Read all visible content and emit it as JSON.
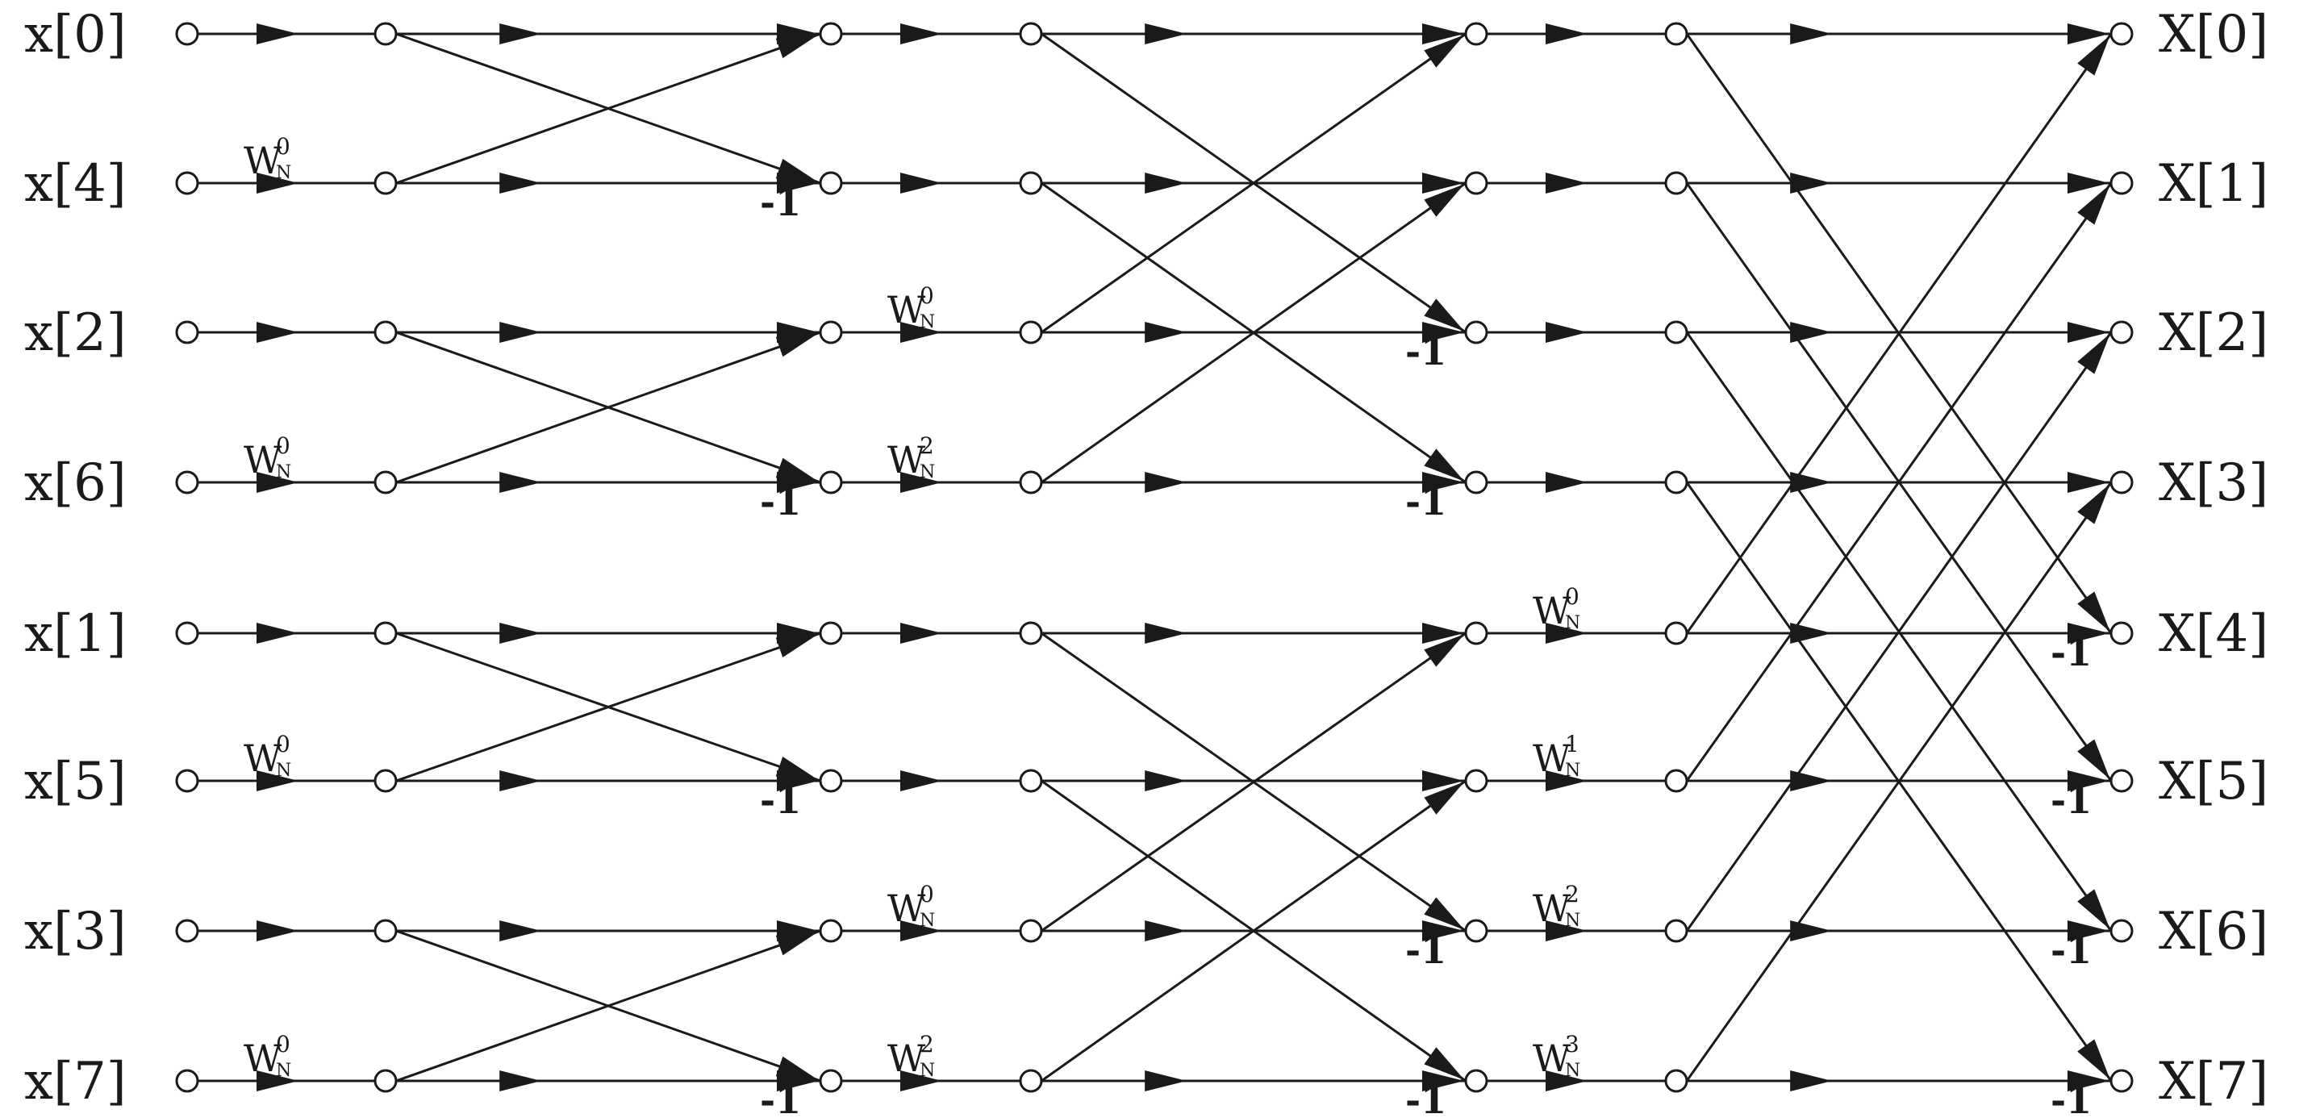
{
  "inputs": [
    "x[0]",
    "x[4]",
    "x[2]",
    "x[6]",
    "x[1]",
    "x[5]",
    "x[3]",
    "x[7]"
  ],
  "outputs": [
    "X[0]",
    "X[1]",
    "X[2]",
    "X[3]",
    "X[4]",
    "X[5]",
    "X[6]",
    "X[7]"
  ],
  "twiddle_base": "W",
  "twiddle_sub": "N",
  "negation_label": "-1",
  "stages": [
    {
      "span": 1,
      "twiddles": [
        {
          "row": 1,
          "exp": "0"
        },
        {
          "row": 3,
          "exp": "0"
        },
        {
          "row": 5,
          "exp": "0"
        },
        {
          "row": 7,
          "exp": "0"
        }
      ],
      "negations": [
        1,
        3,
        5,
        7
      ]
    },
    {
      "span": 2,
      "twiddles": [
        {
          "row": 2,
          "exp": "0"
        },
        {
          "row": 3,
          "exp": "2"
        },
        {
          "row": 6,
          "exp": "0"
        },
        {
          "row": 7,
          "exp": "2"
        }
      ],
      "negations": [
        2,
        3,
        6,
        7
      ]
    },
    {
      "span": 4,
      "twiddles": [
        {
          "row": 4,
          "exp": "0"
        },
        {
          "row": 5,
          "exp": "1"
        },
        {
          "row": 6,
          "exp": "2"
        },
        {
          "row": 7,
          "exp": "3"
        }
      ],
      "negations": [
        4,
        5,
        6,
        7
      ]
    }
  ]
}
